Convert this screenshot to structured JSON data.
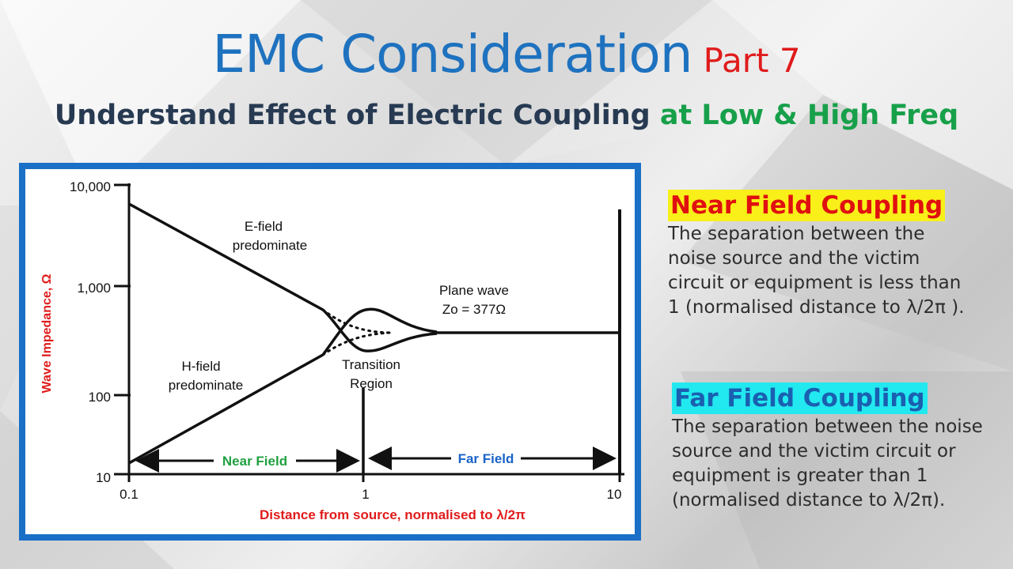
{
  "slide": {
    "title": "EMC Consideration",
    "title_part": "Part 7",
    "subtitle_a": "Understand Effect of Electric Coupling",
    "subtitle_b": "at Low & High Freq"
  },
  "diagram": {
    "y_ticks": [
      "10,000",
      "1,000",
      "100",
      "10"
    ],
    "x_ticks": [
      "0.1",
      "1",
      "10"
    ],
    "y_label": "Wave Impedance, Ω",
    "x_label": "Distance from source, normalised to λ/2π",
    "e_field_line1": "E-field",
    "e_field_line2": "predominate",
    "h_field_line1": "H-field",
    "h_field_line2": "predominate",
    "plane_line1": "Plane wave",
    "plane_line2": "Zo = 377Ω",
    "transition_line1": "Transition",
    "transition_line2": "Region",
    "near_field_label": "Near Field",
    "far_field_label": "Far Field",
    "colors": {
      "axis_label": "#e01b1b",
      "near_label": "#20a040",
      "far_label": "#1a63c8"
    }
  },
  "near_field": {
    "heading": "Near Field Coupling",
    "lines": [
      "The separation between the",
      "noise source and the victim",
      "circuit or equipment is less than",
      "1 (normalised distance to λ/2π )."
    ]
  },
  "far_field": {
    "heading": "Far Field Coupling",
    "lines": [
      "The separation between the noise",
      "source and the victim circuit or",
      "equipment is greater than 1",
      "(normalised distance to  λ/2π)."
    ]
  }
}
